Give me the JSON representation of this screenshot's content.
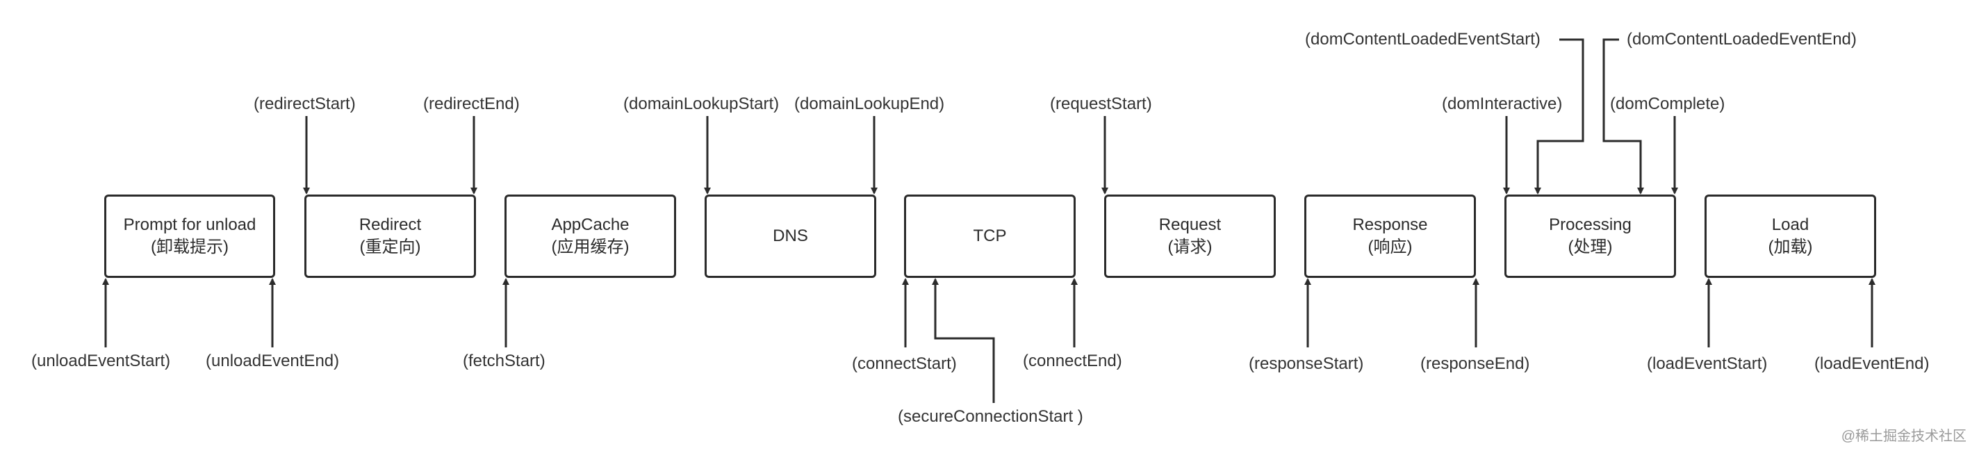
{
  "stages": [
    {
      "title": "Prompt for unload",
      "subtitle": "(卸载提示)"
    },
    {
      "title": "Redirect",
      "subtitle": "(重定向)"
    },
    {
      "title": "AppCache",
      "subtitle": "(应用缓存)"
    },
    {
      "title": "DNS",
      "subtitle": ""
    },
    {
      "title": "TCP",
      "subtitle": ""
    },
    {
      "title": "Request",
      "subtitle": "(请求)"
    },
    {
      "title": "Response",
      "subtitle": "(响应)"
    },
    {
      "title": "Processing",
      "subtitle": "(处理)"
    },
    {
      "title": "Load",
      "subtitle": "(加载)"
    }
  ],
  "labels": {
    "unloadEventStart": "(unloadEventStart)",
    "unloadEventEnd": "(unloadEventEnd)",
    "redirectStart": "(redirectStart)",
    "redirectEnd": "(redirectEnd)",
    "fetchStart": "(fetchStart)",
    "domainLookupStart": "(domainLookupStart)",
    "domainLookupEnd": "(domainLookupEnd)",
    "connectStart": "(connectStart)",
    "connectEnd": "(connectEnd)",
    "secureConnectionStart": "(secureConnectionStart )",
    "requestStart": "(requestStart)",
    "responseStart": "(responseStart)",
    "responseEnd": "(responseEnd)",
    "domInteractive": "(domInteractive)",
    "domContentLoadedEventStart": "(domContentLoadedEventStart)",
    "domContentLoadedEventEnd": "(domContentLoadedEventEnd)",
    "domComplete": "(domComplete)",
    "loadEventStart": "(loadEventStart)",
    "loadEventEnd": "(loadEventEnd)"
  },
  "watermark": "@稀土掘金技术社区",
  "colors": {
    "stroke": "#2b2b2b",
    "text": "#333333",
    "watermark": "#9a9a9a"
  }
}
